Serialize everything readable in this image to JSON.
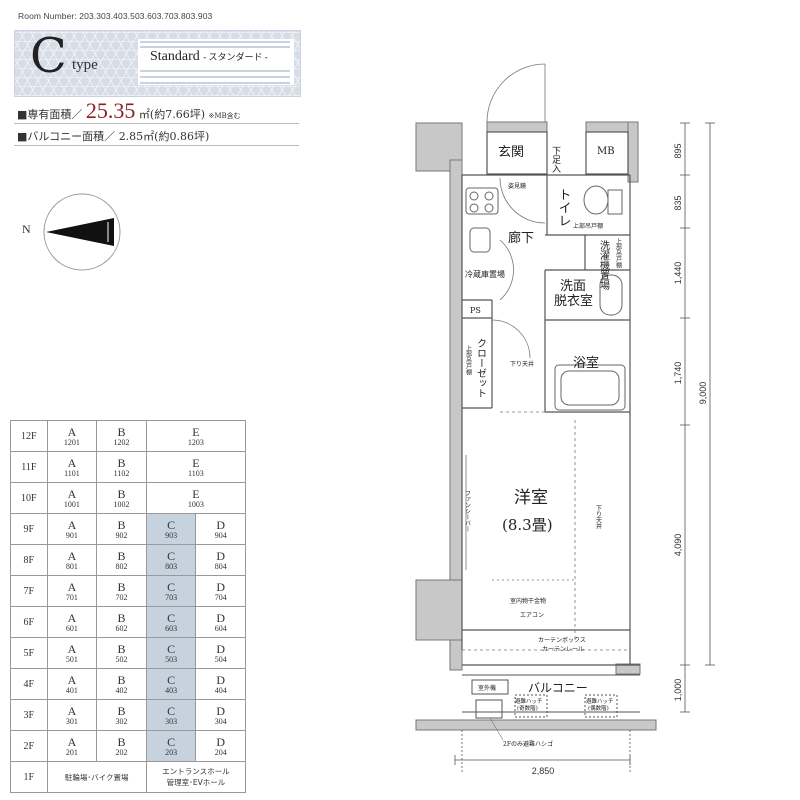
{
  "header": {
    "room_numbers": "Room Number: 203.303.403.503.603.703.803.903",
    "type_letter": "C",
    "type_word": "type",
    "standard": "Standard",
    "standard_kana": "- スタンダード -"
  },
  "area": {
    "private_label": "■専有面積／",
    "private_value": "25.35",
    "private_unit": "㎡(約7.66坪)",
    "private_note": "※MB含む",
    "balcony_label": "■バルコニー面積／",
    "balcony_value": "2.85㎡(約0.86坪)"
  },
  "compass": {
    "letter": "N"
  },
  "floors": [
    {
      "floor": "12F",
      "units": [
        {
          "l": "A",
          "n": "1201"
        },
        {
          "l": "B",
          "n": "1202"
        },
        {
          "l": "E",
          "n": "1203"
        }
      ]
    },
    {
      "floor": "11F",
      "units": [
        {
          "l": "A",
          "n": "1101"
        },
        {
          "l": "B",
          "n": "1102"
        },
        {
          "l": "E",
          "n": "1103"
        }
      ]
    },
    {
      "floor": "10F",
      "units": [
        {
          "l": "A",
          "n": "1001"
        },
        {
          "l": "B",
          "n": "1002"
        },
        {
          "l": "E",
          "n": "1003"
        }
      ]
    },
    {
      "floor": "9F",
      "units": [
        {
          "l": "A",
          "n": "901"
        },
        {
          "l": "B",
          "n": "902"
        },
        {
          "l": "C",
          "n": "903"
        },
        {
          "l": "D",
          "n": "904"
        }
      ]
    },
    {
      "floor": "8F",
      "units": [
        {
          "l": "A",
          "n": "801"
        },
        {
          "l": "B",
          "n": "802"
        },
        {
          "l": "C",
          "n": "803"
        },
        {
          "l": "D",
          "n": "804"
        }
      ]
    },
    {
      "floor": "7F",
      "units": [
        {
          "l": "A",
          "n": "701"
        },
        {
          "l": "B",
          "n": "702"
        },
        {
          "l": "C",
          "n": "703"
        },
        {
          "l": "D",
          "n": "704"
        }
      ]
    },
    {
      "floor": "6F",
      "units": [
        {
          "l": "A",
          "n": "601"
        },
        {
          "l": "B",
          "n": "602"
        },
        {
          "l": "C",
          "n": "603"
        },
        {
          "l": "D",
          "n": "604"
        }
      ]
    },
    {
      "floor": "5F",
      "units": [
        {
          "l": "A",
          "n": "501"
        },
        {
          "l": "B",
          "n": "502"
        },
        {
          "l": "C",
          "n": "503"
        },
        {
          "l": "D",
          "n": "504"
        }
      ]
    },
    {
      "floor": "4F",
      "units": [
        {
          "l": "A",
          "n": "401"
        },
        {
          "l": "B",
          "n": "402"
        },
        {
          "l": "C",
          "n": "403"
        },
        {
          "l": "D",
          "n": "404"
        }
      ]
    },
    {
      "floor": "3F",
      "units": [
        {
          "l": "A",
          "n": "301"
        },
        {
          "l": "B",
          "n": "302"
        },
        {
          "l": "C",
          "n": "303"
        },
        {
          "l": "D",
          "n": "304"
        }
      ]
    },
    {
      "floor": "2F",
      "units": [
        {
          "l": "A",
          "n": "201"
        },
        {
          "l": "B",
          "n": "202"
        },
        {
          "l": "C",
          "n": "203"
        },
        {
          "l": "D",
          "n": "204"
        }
      ]
    }
  ],
  "ground": {
    "floor": "1F",
    "left_text": "駐輪場･バイク置場",
    "right_line1": "エントランスホール",
    "right_line2": "管理室･EVホール"
  },
  "highlight_color": "#c6d2de",
  "plan": {
    "genkan": "玄関",
    "getabako": "下足入",
    "mb": "MB",
    "sugatami": "姿見鏡",
    "toilet": "トイレ",
    "toilet_shelf": "上部吊戸棚",
    "rouka": "廊下",
    "sentakuki": "洗濯機置場",
    "sentakuki_shelf": "上部吊戸棚",
    "reizouko": "冷蔵庫置場",
    "senmen": "洗面",
    "datsui": "脱衣室",
    "ps": "PS",
    "closet": "クローゼット",
    "closet_shelf": "上部吊戸棚",
    "sagari1": "下り天井",
    "yokushitsu": "浴室",
    "youshitsu": "洋室",
    "jou": "(8.3畳)",
    "fan": "ファンシーバー",
    "sagari2": "下り天井",
    "hoshi": "室内物干金物",
    "aircon": "エアコン",
    "curtain_box": "カーテンボックス",
    "curtain_rail": "カーテンレール",
    "shitsugaiki": "室外機",
    "balcony": "バルコニー",
    "hatch1_a": "避難ハッチ",
    "hatch1_b": "(奇数階)",
    "hatch2_a": "避難ハッチ",
    "hatch2_b": "(偶数階)",
    "ladder_note": "2Fのみ避難ハシゴ"
  },
  "dimensions": {
    "d895": "895",
    "d835": "835",
    "d1440": "1,440",
    "d1740": "1,740",
    "d4090": "4,090",
    "d9000": "9,000",
    "d1000": "1,000",
    "d2850": "2,850"
  }
}
